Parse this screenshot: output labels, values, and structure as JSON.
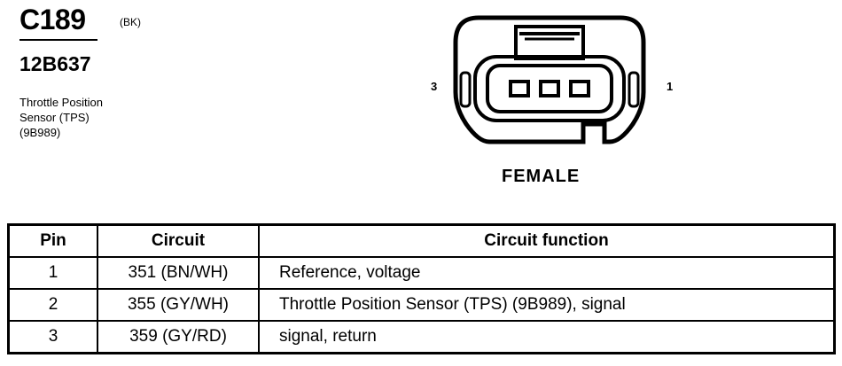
{
  "connector": {
    "id": "C189",
    "color": "(BK)",
    "part_number": "12B637",
    "description": [
      "Throttle Position",
      "Sensor (TPS)",
      "(9B989)"
    ],
    "pin_left": "3",
    "pin_right": "1",
    "gender": "FEMALE"
  },
  "table": {
    "headers": {
      "pin": "Pin",
      "circuit": "Circuit",
      "function": "Circuit function"
    },
    "rows": [
      {
        "pin": "1",
        "circuit": "351 (BN/WH)",
        "function": "Reference, voltage"
      },
      {
        "pin": "2",
        "circuit": "355 (GY/WH)",
        "function": "Throttle Position Sensor (TPS) (9B989), signal"
      },
      {
        "pin": "3",
        "circuit": "359 (GY/RD)",
        "function": "signal, return"
      }
    ]
  }
}
